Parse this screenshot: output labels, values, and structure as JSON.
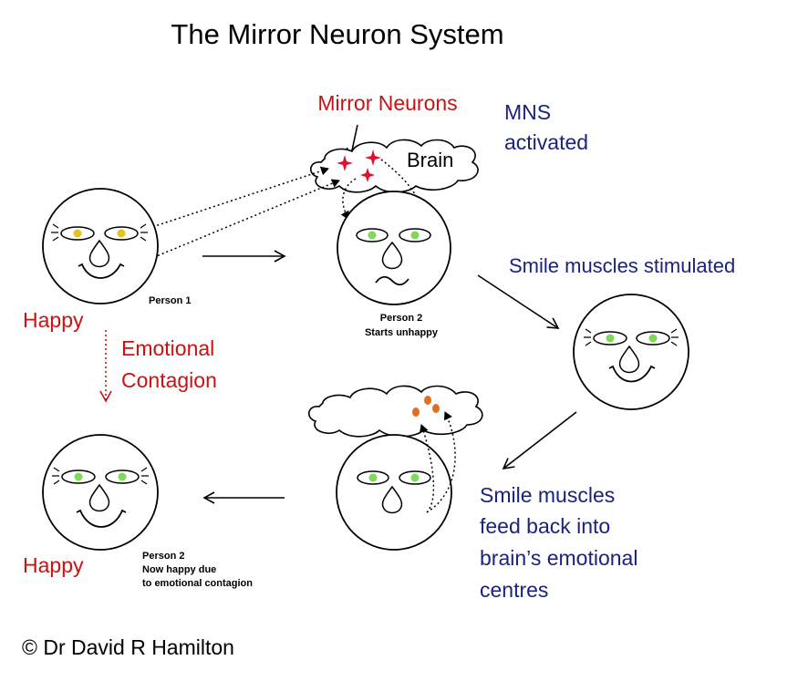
{
  "title": "The Mirror Neuron System",
  "labels": {
    "mirror_neurons": "Mirror Neurons",
    "brain": "Brain",
    "mns_line1": "MNS",
    "mns_line2": "activated",
    "smile_stimulated": "Smile muscles stimulated",
    "feedback_line1": "Smile muscles",
    "feedback_line2": "feed back into",
    "feedback_line3": "brain’s emotional",
    "feedback_line4": "centres",
    "emotional_line1": "Emotional",
    "emotional_line2": "Contagion",
    "happy_top": "Happy",
    "happy_bottom": "Happy",
    "person1": "Person 1",
    "person2_top_line1": "Person 2",
    "person2_top_line2": "Starts unhappy",
    "person2_bottom_line1": "Person 2",
    "person2_bottom_line2": "Now happy due",
    "person2_bottom_line3": "to emotional contagion"
  },
  "copyright": "© Dr David R Hamilton",
  "colors": {
    "red_text": "#cc1111",
    "blue_text": "#1a237e",
    "black": "#000000",
    "yellow_iris": "#e8c21a",
    "green_iris": "#7ed957",
    "orange_dot": "#e07020",
    "star_red": "#e0102a"
  },
  "icons": {
    "faces": [
      "happy-face-icon",
      "unhappy-face-icon",
      "smiling-face-icon",
      "happy-face-icon"
    ],
    "brain": "cloud-brain-icon",
    "mirror_neurons": "red-star-icon"
  }
}
